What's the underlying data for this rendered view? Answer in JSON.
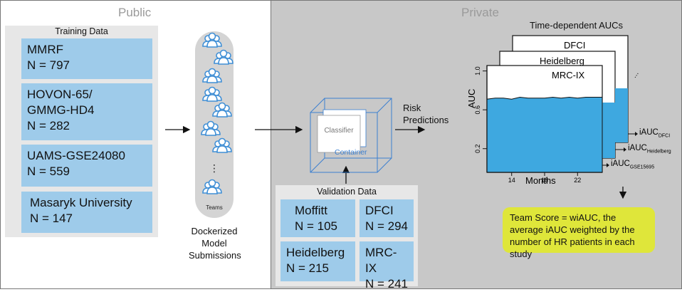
{
  "public_title": "Public",
  "private_title": "Private",
  "training": {
    "title": "Training Data",
    "items": [
      {
        "name": "MMRF",
        "n": "N = 797"
      },
      {
        "name": "HOVON-65/\nGMMG-HD4",
        "n": "N = 282"
      },
      {
        "name": "UAMS-GSE24080",
        "n": "N = 559"
      },
      {
        "name": "Masaryk University",
        "n": "N = 147"
      }
    ]
  },
  "teams": {
    "label": "Teams",
    "ellipsis": "⋮",
    "caption": "Dockerized\nModel\nSubmissions"
  },
  "container": {
    "classifier": "Classifier",
    "container": "Container"
  },
  "risk_predictions": "Risk\nPredictions",
  "validation": {
    "title": "Validation Data",
    "items": [
      {
        "name": "Moffitt",
        "n": "N = 105"
      },
      {
        "name": "DFCI",
        "n": "N = 294"
      },
      {
        "name": "Heidelberg",
        "n": "N = 215"
      },
      {
        "name": "MRC-IX",
        "n": "N = 241"
      }
    ]
  },
  "auc_chart": {
    "title": "Time-dependent AUCs",
    "ylabel": "AUC",
    "xlabel": "Months",
    "y_ticks": [
      "0.2",
      "0.6",
      "1.0"
    ],
    "x_ticks": [
      "14",
      "18",
      "22"
    ],
    "cards": [
      "DFCI",
      "Heidelberg",
      "MRC-IX"
    ],
    "iauc": [
      {
        "base": "iAUC",
        "sub": "DFCI"
      },
      {
        "base": "iAUC",
        "sub": "Heidelberg"
      },
      {
        "base": "iAUC",
        "sub": "GSE15695"
      }
    ],
    "more": "..."
  },
  "team_score": "Team Score = wiAUC, the average iAUC weighted by the number of HR patients in each study",
  "colors": {
    "card_blue": "#9ecbea",
    "private_gray": "#c8c8c8",
    "score_yellow": "#dfe63a",
    "team_blue": "#3f8fd6",
    "container_blue": "#3b7fd0"
  }
}
